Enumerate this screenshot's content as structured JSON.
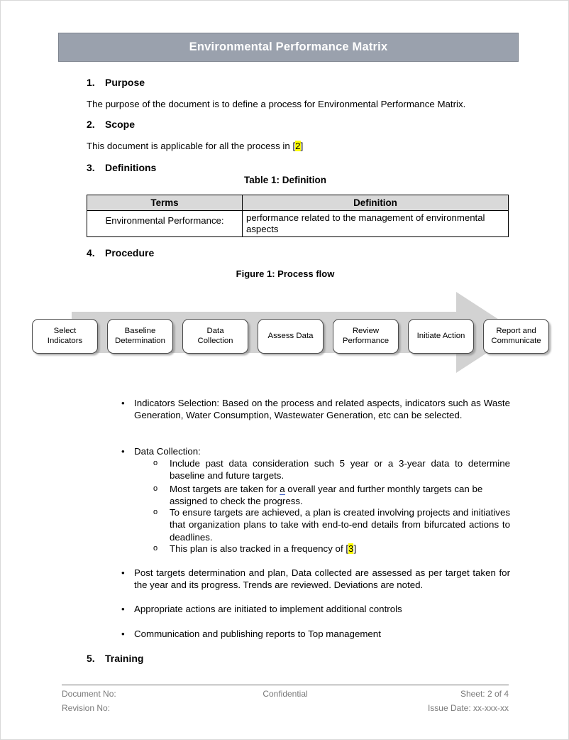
{
  "document": {
    "title": "Environmental Performance Matrix"
  },
  "sections": {
    "purpose": {
      "number": "1.",
      "heading": "Purpose",
      "body": "The purpose of the document is to define a process for Environmental Performance Matrix."
    },
    "scope": {
      "number": "2.",
      "heading": "Scope",
      "body_prefix": "This document is applicable for all the process in [",
      "body_highlight": "2",
      "body_suffix": "]"
    },
    "definitions": {
      "number": "3.",
      "heading": "Definitions"
    },
    "procedure": {
      "number": "4.",
      "heading": "Procedure"
    },
    "training": {
      "number": "5.",
      "heading": "Training"
    }
  },
  "table": {
    "caption": "Table 1: Definition",
    "headers": [
      "Terms",
      "Definition"
    ],
    "rows": [
      {
        "term": "Environmental Performance:",
        "definition": "performance related to the management of environmental aspects"
      }
    ]
  },
  "figure": {
    "caption": "Figure 1: Process flow",
    "steps": [
      "Select\nIndicators",
      "Baseline\nDetermination",
      "Data\nCollection",
      "Assess Data",
      "Review\nPerformance",
      "Initiate Action",
      "Report and\nCommunicate"
    ],
    "step_labels": [
      [
        "Select",
        "Indicators"
      ],
      [
        "Baseline",
        "Determination"
      ],
      [
        "Data",
        "Collection"
      ],
      [
        "Assess Data"
      ],
      [
        "Review",
        "Performance"
      ],
      [
        "Initiate Action"
      ],
      [
        "Report and",
        "Communicate"
      ]
    ],
    "arrow_color": "#d2d2d2",
    "box_border_color": "#4a4a4a"
  },
  "bullets": {
    "b1": {
      "marker": "•",
      "text": "Indicators Selection: Based on the process and related aspects, indicators such as Waste Generation, Water Consumption, Wastewater Generation, etc can be selected."
    },
    "b2": {
      "marker": "•",
      "text": "Data Collection:"
    },
    "b2_subs": [
      {
        "marker": "o",
        "text": "Include past data consideration such 5 year or a 3-year data to determine baseline and future targets."
      },
      {
        "marker": "o",
        "text_part1": "Most targets are taken for ",
        "text_underlined": "a",
        "text_part2": " overall year and further monthly targets can be assigned to check the progress."
      },
      {
        "marker": "o",
        "text": "To ensure targets are achieved, a plan is created involving projects and initiatives that organization plans to take with end-to-end details from bifurcated actions to deadlines."
      },
      {
        "marker": "o",
        "text_prefix": "This plan is also tracked in a frequency of [",
        "text_highlight": "3",
        "text_suffix": "]"
      }
    ],
    "b3": {
      "marker": "•",
      "text": "Post targets determination and plan, Data collected are assessed as per target taken for the year and its progress. Trends are reviewed. Deviations are noted."
    },
    "b4": {
      "marker": "•",
      "text": "Appropriate actions are initiated to implement additional controls"
    },
    "b5": {
      "marker": "•",
      "text": "Communication and publishing reports to Top management"
    }
  },
  "footer": {
    "document_no_label": "Document No:",
    "revision_no_label": "Revision No:",
    "confidential": "Confidential",
    "sheet": "Sheet: 2 of 4",
    "issue_date": "Issue Date: xx-xxx-xx"
  },
  "colors": {
    "banner_bg": "#9aa1ad",
    "table_header_bg": "#d9d9d9",
    "highlight": "#ffff00",
    "footer_text": "#7a7a7a"
  }
}
